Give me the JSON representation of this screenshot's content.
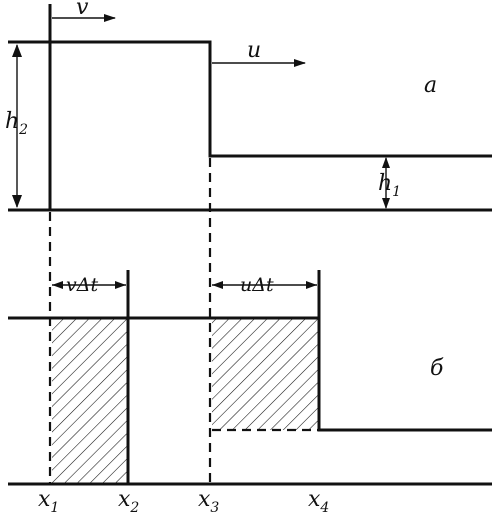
{
  "top_panel": {
    "panel_label": "а",
    "velocity_left": "v",
    "velocity_right": "u",
    "height_left": {
      "main": "h",
      "sub": "2"
    },
    "height_right": {
      "main": "h",
      "sub": "1"
    }
  },
  "bottom_panel": {
    "panel_label": "б",
    "interval_left": "vΔt",
    "interval_right": "uΔt",
    "x_labels": [
      {
        "main": "x",
        "sub": "1"
      },
      {
        "main": "x",
        "sub": "2"
      },
      {
        "main": "x",
        "sub": "3"
      },
      {
        "main": "x",
        "sub": "4"
      }
    ]
  },
  "colors": {
    "ink": "#111111",
    "background": "#ffffff"
  }
}
